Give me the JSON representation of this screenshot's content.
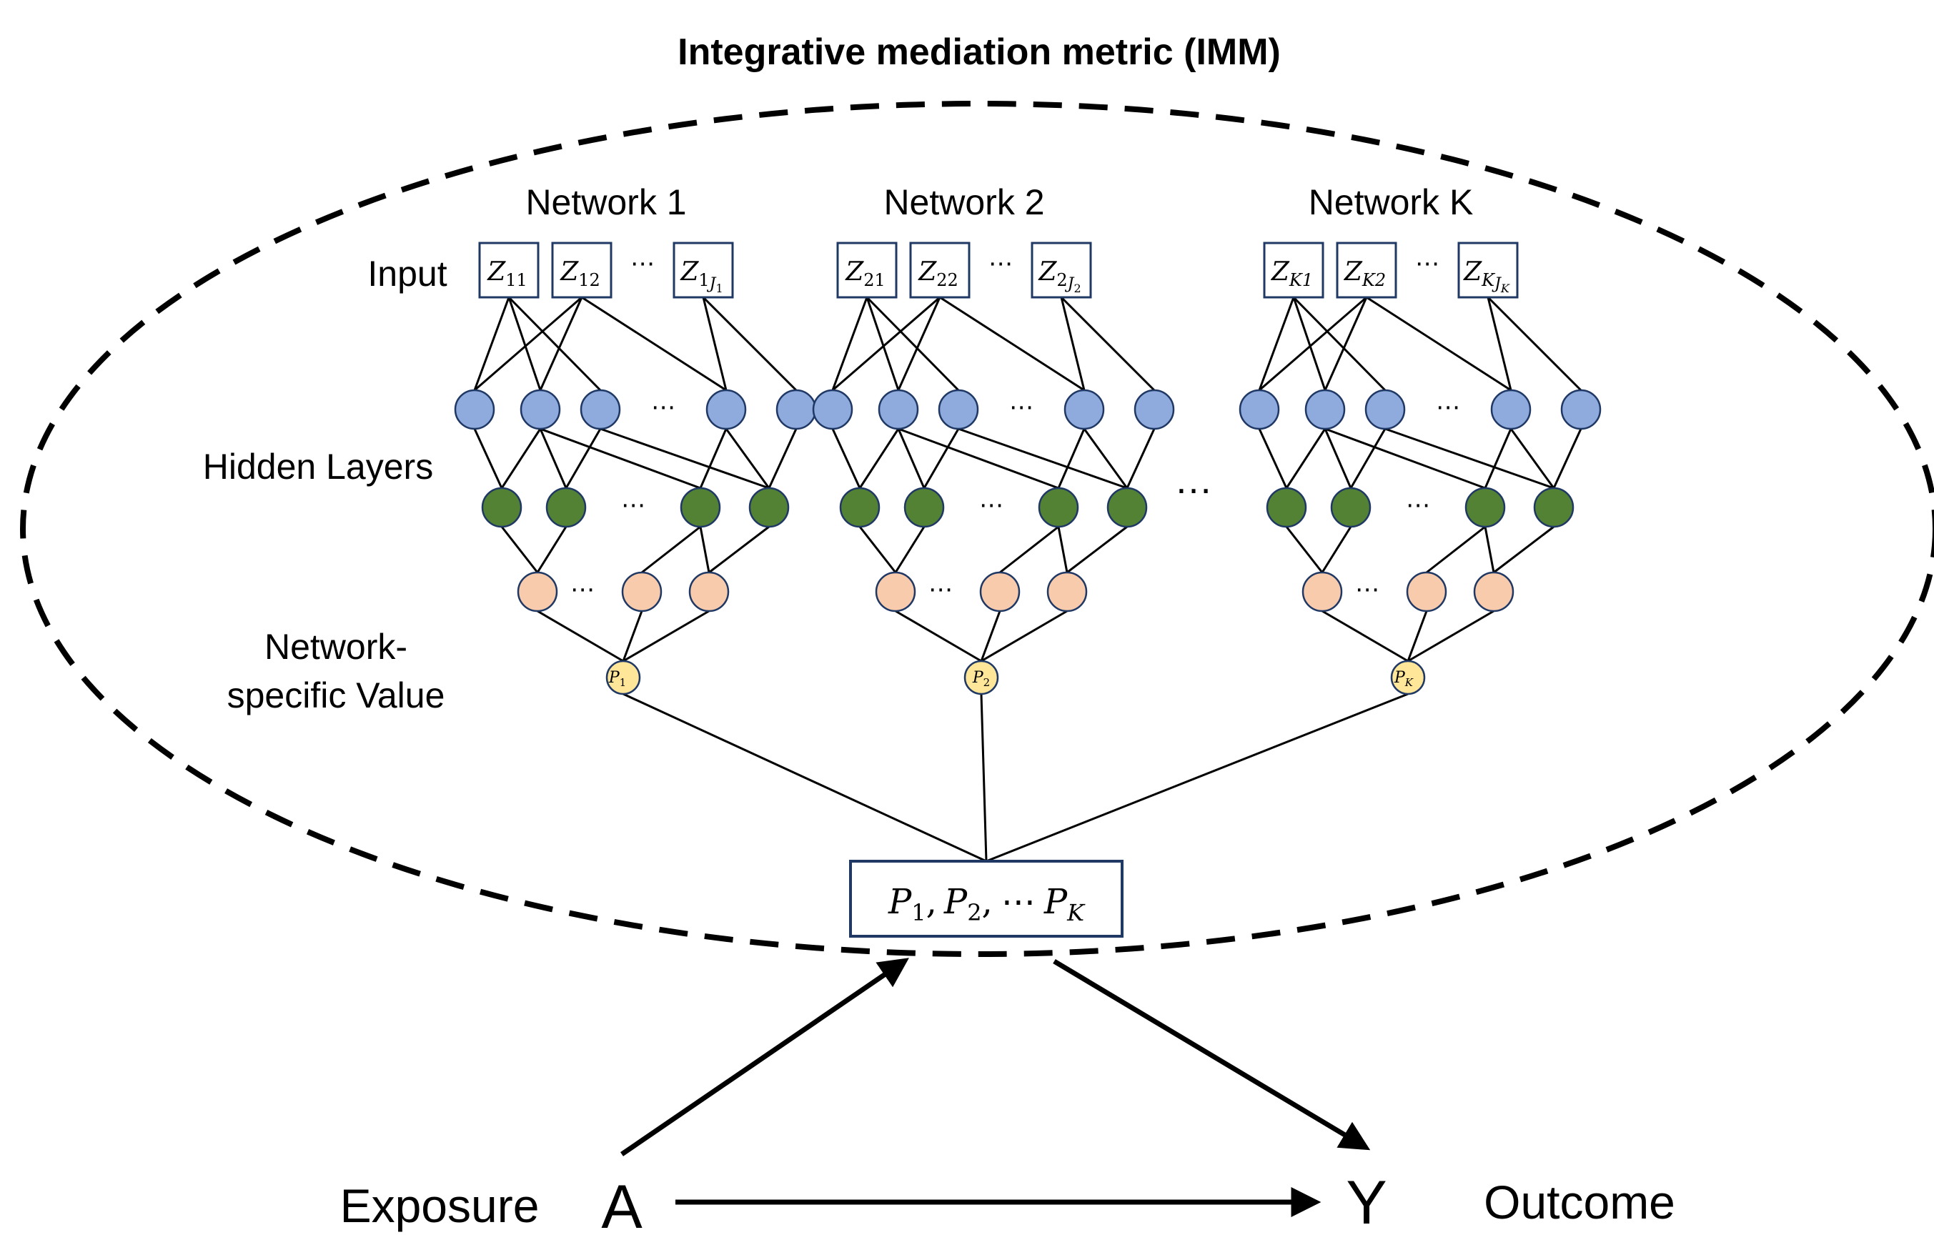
{
  "title": "Integrative mediation metric (IMM)",
  "row_labels": {
    "input": "Input",
    "hidden_layers": "Hidden Layers",
    "value_line1": "Network-",
    "value_line2": "specific Value"
  },
  "networks": [
    {
      "name": "Network 1",
      "inputs": [
        {
          "base": "Z",
          "sub": "11"
        },
        {
          "base": "Z",
          "sub": "12"
        },
        {
          "base": "Z",
          "sub": "1",
          "subsub": "J",
          "subsubsub": "1"
        }
      ],
      "value": {
        "base": "P",
        "sub": "1"
      }
    },
    {
      "name": "Network 2",
      "inputs": [
        {
          "base": "Z",
          "sub": "21"
        },
        {
          "base": "Z",
          "sub": "22"
        },
        {
          "base": "Z",
          "sub": "2",
          "subsub": "J",
          "subsubsub": "2"
        }
      ],
      "value": {
        "base": "P",
        "sub": "2"
      }
    },
    {
      "name": "Network K",
      "inputs": [
        {
          "base": "Z",
          "sub": "K1"
        },
        {
          "base": "Z",
          "sub": "K2"
        },
        {
          "base": "Z",
          "sub": "K",
          "subsub": "J",
          "subsubsub": "K"
        }
      ],
      "value": {
        "base": "P",
        "sub": "K"
      }
    }
  ],
  "ellipsis": "⋯",
  "between_networks_ellipsis": "…",
  "aggregate": {
    "p1": {
      "base": "P",
      "sub": "1"
    },
    "p2": {
      "base": "P",
      "sub": "2"
    },
    "pk": {
      "base": "P",
      "sub": "K"
    },
    "comma": ",",
    "dots": "⋯"
  },
  "causal": {
    "exposure_label": "Exposure",
    "exposure_symbol": "A",
    "outcome_symbol": "Y",
    "outcome_label": "Outcome"
  },
  "colors": {
    "hidden1": "#8faadc",
    "hidden2": "#548235",
    "hidden3": "#f8cbad",
    "value": "#ffe699",
    "box_border": "#1f3864"
  }
}
